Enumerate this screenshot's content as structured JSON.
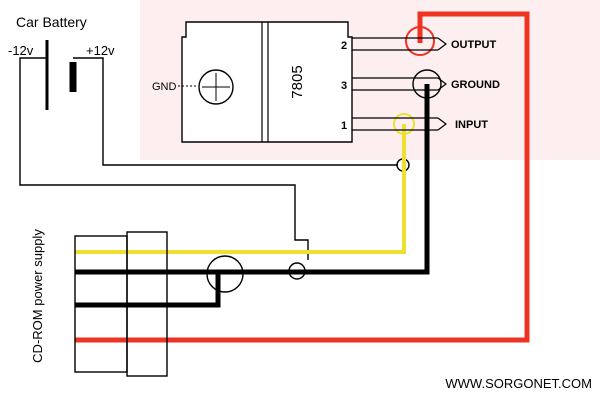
{
  "battery": {
    "title": "Car Battery",
    "neg_label": "-12v",
    "pos_label": "+12v"
  },
  "regulator": {
    "part_number": "7805",
    "gnd_label": "GND",
    "pins": [
      {
        "number": "2",
        "label": "OUTPUT"
      },
      {
        "number": "3",
        "label": "GROUND"
      },
      {
        "number": "1",
        "label": "INPUT"
      }
    ]
  },
  "psu_label": "CD-ROM power supply",
  "credit": "WWW.SORGONET.COM",
  "colors": {
    "red_wire": "#ee3322",
    "yellow_wire": "#eee030",
    "black_wire": "#000000",
    "background_panel": "#fdeef0"
  }
}
